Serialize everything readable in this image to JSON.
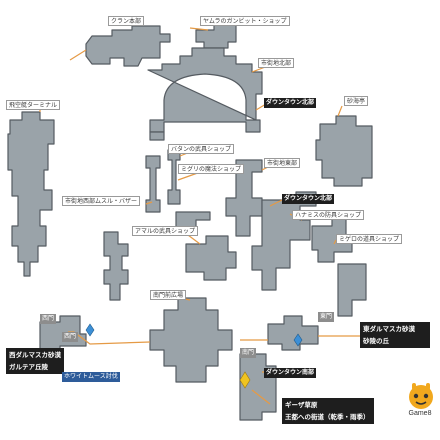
{
  "labels": {
    "clan_hq": "クラン本部",
    "yamura_shop": "ヤムラのガンビット・ショップ",
    "north_city": "市街地北部",
    "downtown_north_1": "ダウンタウン北部",
    "airship_terminal": "飛空艇ターミナル",
    "sand_sea": "砂海亭",
    "batahn_weapons": "バタンの武具ショップ",
    "migelo_magic": "ミグリの魔法ショップ",
    "east_city": "市街地東部",
    "downtown_north_2": "ダウンタウン北部",
    "west_bazaar": "市街地西部ムスル・バザー",
    "amal_weapons": "アマルの武具ショップ",
    "hanamis_armor": "ハナミスの防具ショップ",
    "migelo_items": "ミゲロの道具ショップ",
    "south_gate_square": "南門前広場",
    "west_gate": "西門",
    "east_gate": "東門",
    "gate_tag": "南門",
    "west_dalmasca_1": "西ダルマスカ砂漠",
    "west_dalmasca_2": "ガルテア丘陵",
    "east_dalmasca_1": "東ダルマスカ砂漠",
    "east_dalmasca_2": "砂陵の丘",
    "white_mousse": "ホワイトムース討伐",
    "downtown_south": "ダウンタウン南部",
    "giza_1": "ギーザ草原",
    "giza_2": "王都への街道（乾季・雨季）",
    "west_gate_tag": "西門",
    "logo_text": "Game8"
  },
  "colors": {
    "building": "#9aa3a9",
    "outline": "#555b61",
    "connector": "#e59a45",
    "logo": "#f1a81e"
  }
}
